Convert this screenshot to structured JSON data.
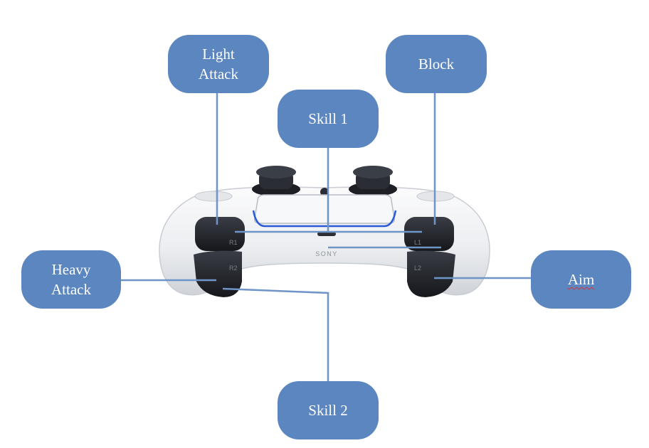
{
  "diagram": {
    "controller_brand": "SONY",
    "controller_button_marks": {
      "r1": "R1",
      "r2": "R2",
      "l1": "L1",
      "l2": "L2"
    },
    "labels": {
      "light_attack": "Light\nAttack",
      "block": "Block",
      "skill_1": "Skill 1",
      "heavy_attack": "Heavy\nAttack",
      "aim": "Aim",
      "skill_2": "Skill 2"
    },
    "colors": {
      "label_fill": "#5b86bf",
      "connector": "#6f94c7",
      "controller_body": "#eef0f3",
      "controller_dark": "#23252b",
      "accent_light": "#2a5bd7"
    }
  }
}
